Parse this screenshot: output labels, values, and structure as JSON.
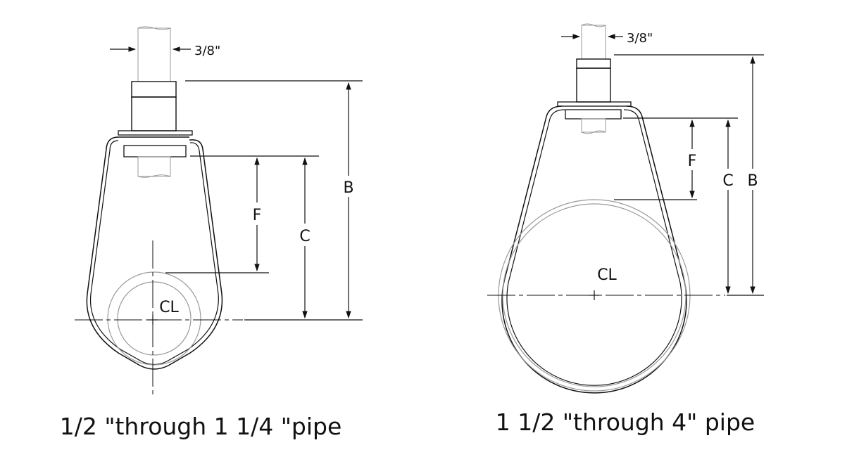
{
  "colors": {
    "ink": "#111111",
    "thread": "#9a9a9a",
    "background": "#ffffff"
  },
  "left_hanger": {
    "rod_size": "3/8\"",
    "dim_b": "B",
    "dim_c": "C",
    "dim_f": "F",
    "centerline": "CL",
    "caption": "1/2 \"through 1 1/4 \"pipe"
  },
  "right_hanger": {
    "rod_size": "3/8\"",
    "dim_b": "B",
    "dim_c": "C",
    "dim_f": "F",
    "centerline": "CL",
    "caption": "1 1/2 \"through 4\" pipe"
  }
}
